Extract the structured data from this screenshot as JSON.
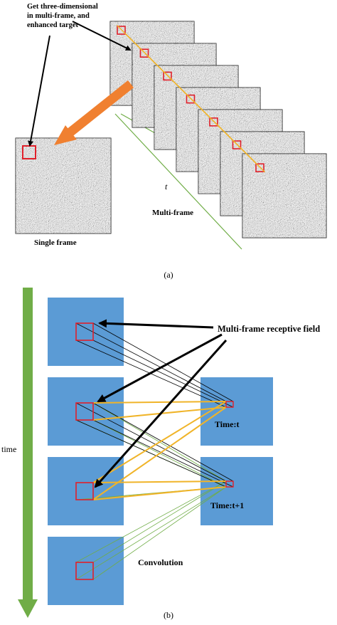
{
  "panel_a": {
    "annotation_lines": [
      "Get three-dimensional",
      "in multi-frame, and",
      "enhanced target"
    ],
    "single_frame_label": "Single frame",
    "multi_frame_label": "Multi-frame",
    "time_symbol": "t",
    "caption": "(a)"
  },
  "panel_b": {
    "time_axis_label": "time",
    "receptive_field_label": "Multi-frame receptive field",
    "output_label_1": "Time:t",
    "output_label_2": "Time:t+1",
    "convolution_label": "Convolution",
    "caption": "(b)"
  },
  "colors": {
    "frame_blue": "#5b9bd5",
    "target_red": "#e0202a",
    "tube_yellow": "#f0b429",
    "green": "#70ad47",
    "orange_arrow": "#f08030",
    "noise_dark": "#3a3a3a"
  }
}
